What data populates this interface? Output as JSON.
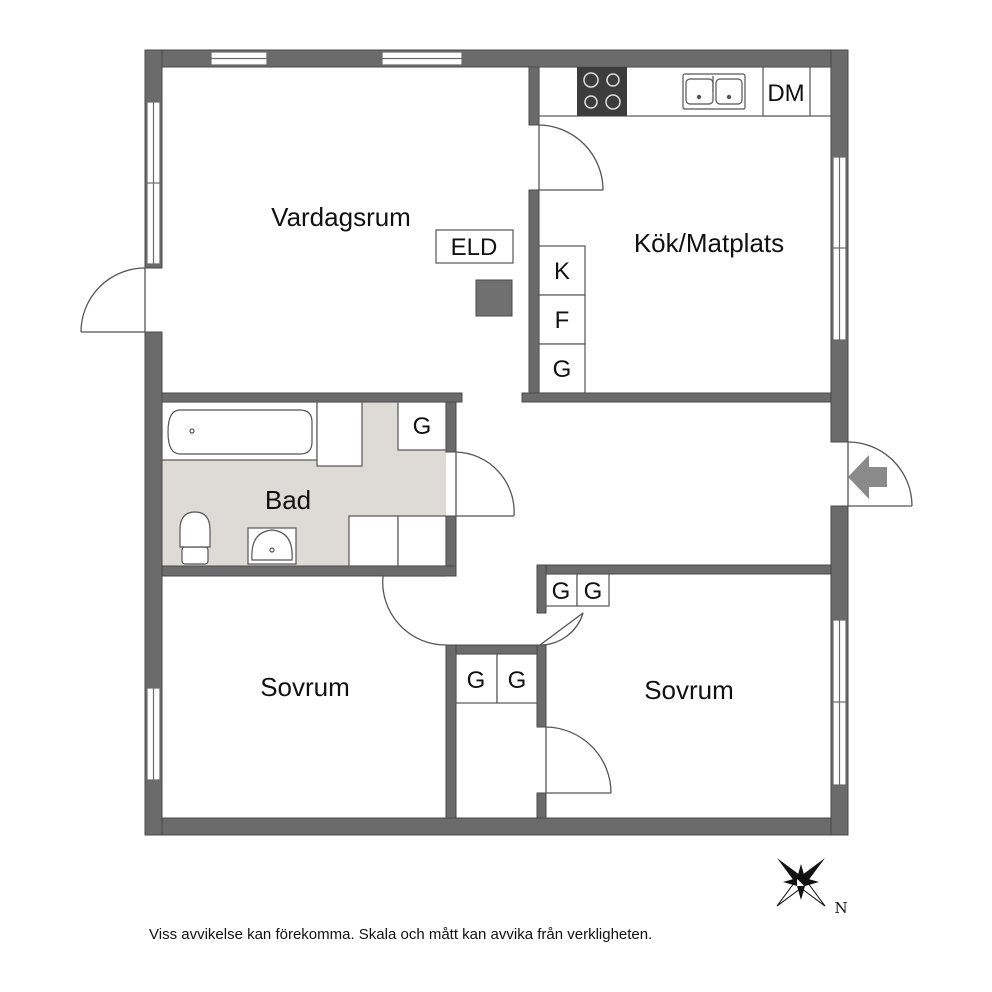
{
  "colors": {
    "wall": "#6b6b6b",
    "wall_outline": "#4a4a4a",
    "bathroom_floor": "#dedad6",
    "fixture_stroke": "#555555",
    "stove": "#3c3c3c",
    "fireplace": "#707070",
    "entrance_arrow": "#8a8a8a"
  },
  "rooms": {
    "living": "Vardagsrum",
    "kitchen": "Kök/Matplats",
    "bath": "Bad",
    "bedroom_left": "Sovrum",
    "bedroom_right": "Sovrum"
  },
  "fixtures": {
    "fireplace": "ELD",
    "dishwasher": "DM",
    "fridge": "K",
    "freezer": "F",
    "closet": "G"
  },
  "disclaimer": "Viss avvikelse kan förekomma. Skala och mått kan avvika från verkligheten.",
  "compass": {
    "north": "N"
  }
}
